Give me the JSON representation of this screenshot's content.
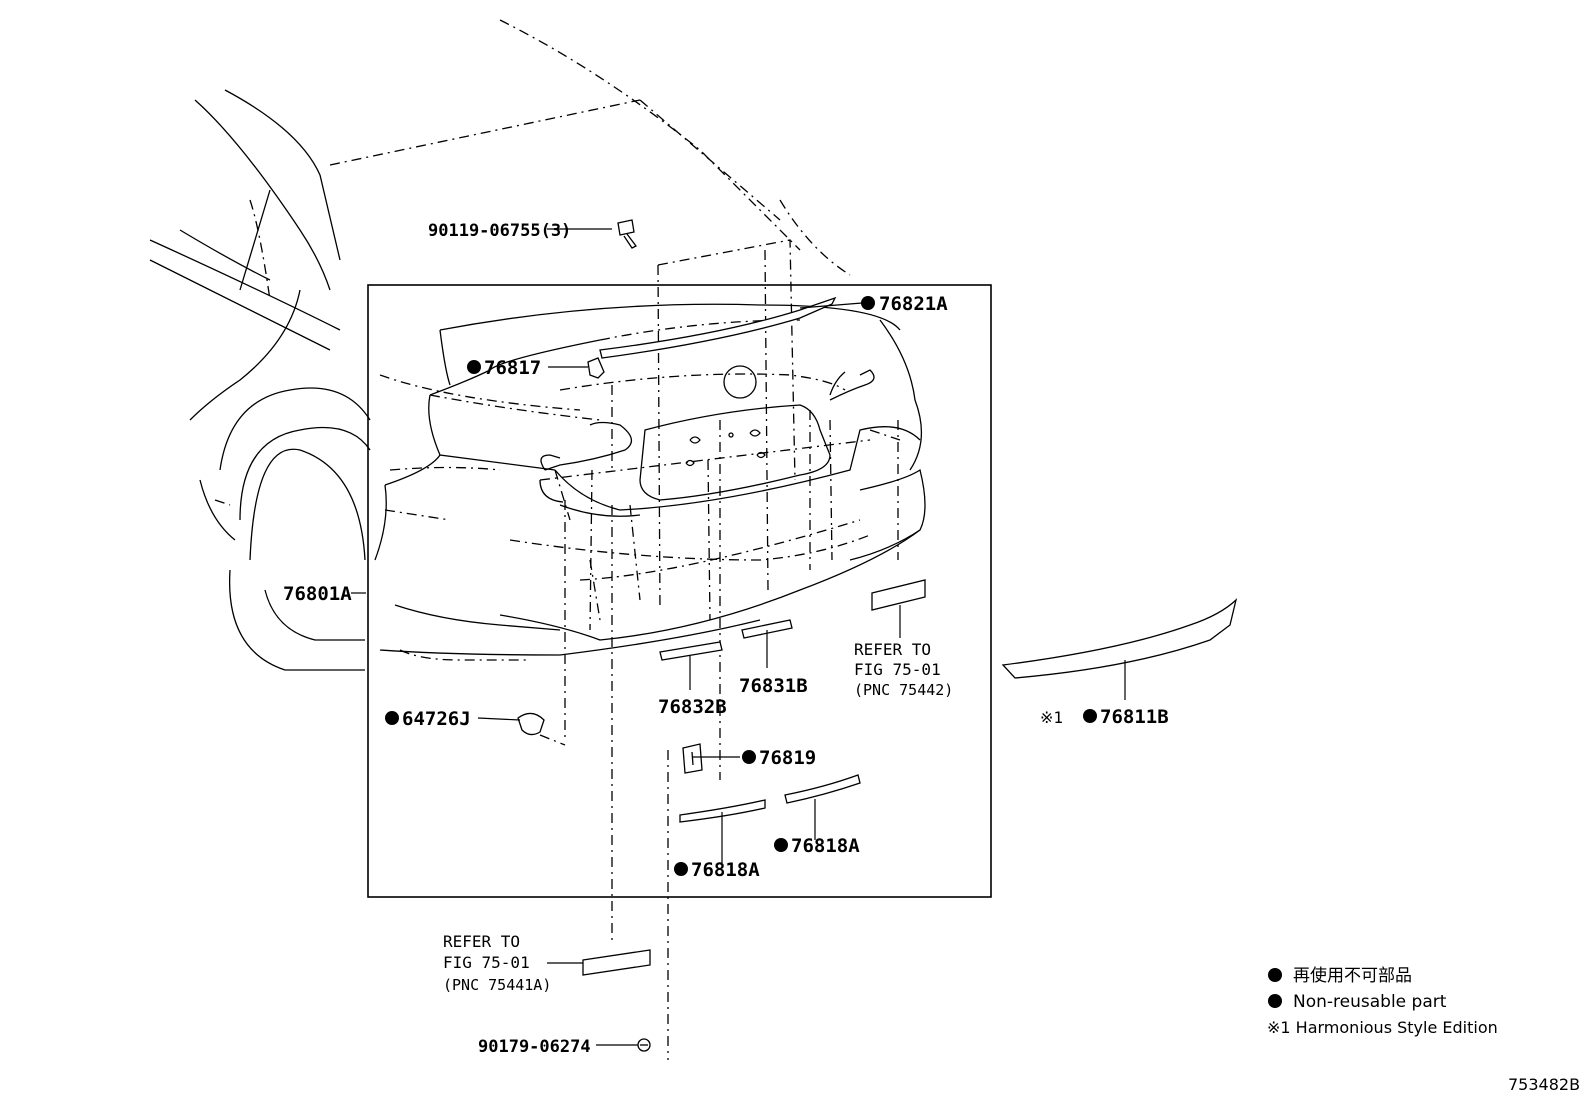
{
  "parts": {
    "p_90119": "90119-06755(3)",
    "p_76821A": "76821A",
    "p_76817": "76817",
    "p_76801A": "76801A",
    "p_64726J": "64726J",
    "p_76832B": "76832B",
    "p_76831B": "76831B",
    "p_76819": "76819",
    "p_76818A_1": "76818A",
    "p_76818A_2": "76818A",
    "p_76811B": "76811B",
    "p_90179": "90179-06274"
  },
  "refs": {
    "ref1": {
      "line1": "REFER TO",
      "line2": "FIG 75-01",
      "line3": "(PNC 75442)"
    },
    "ref2": {
      "line1": "REFER TO",
      "line2": "FIG 75-01",
      "line3": "(PNC 75441A)"
    }
  },
  "marks": {
    "non_reusable_dot": "●",
    "note1": "※1"
  },
  "legend": {
    "jp": "再使用不可部品",
    "en": "Non-reusable part",
    "note": "※1 Harmonious  Style  Edition"
  },
  "figure_id": "753482B"
}
